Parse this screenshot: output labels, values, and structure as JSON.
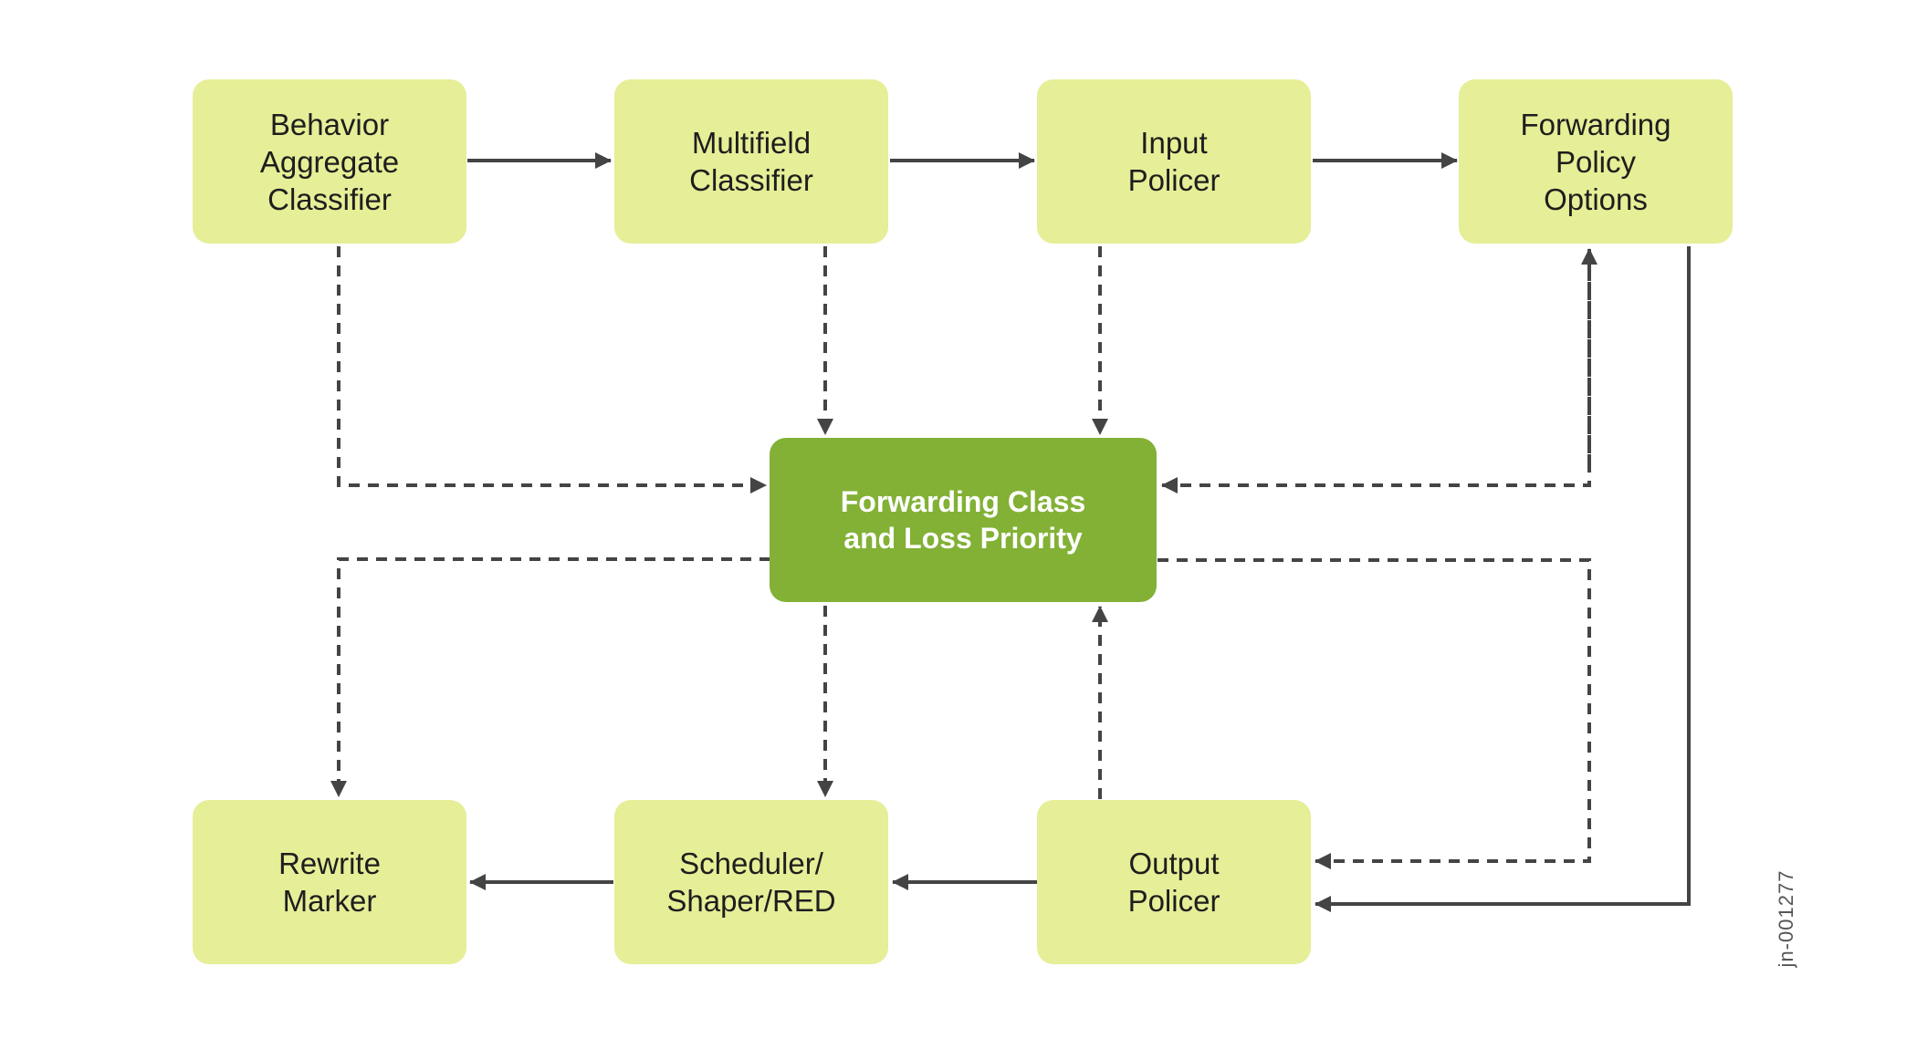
{
  "diagram": {
    "nodes": {
      "ba_classifier": {
        "label": "Behavior\nAggregate\nClassifier"
      },
      "mf_classifier": {
        "label": "Multifield\nClassifier"
      },
      "input_policer": {
        "label": "Input\nPolicer"
      },
      "fwd_policy": {
        "label": "Forwarding\nPolicy\nOptions"
      },
      "fc_lp": {
        "label": "Forwarding Class\nand Loss Priority"
      },
      "rewrite": {
        "label": "Rewrite\nMarker"
      },
      "scheduler": {
        "label": "Scheduler/\nShaper/RED"
      },
      "output_policer": {
        "label": "Output\nPolicer"
      }
    },
    "edges": [
      {
        "from": "ba_classifier",
        "to": "mf_classifier",
        "style": "solid"
      },
      {
        "from": "mf_classifier",
        "to": "input_policer",
        "style": "solid"
      },
      {
        "from": "input_policer",
        "to": "fwd_policy",
        "style": "solid"
      },
      {
        "from": "fwd_policy",
        "to": "output_policer",
        "style": "solid"
      },
      {
        "from": "output_policer",
        "to": "scheduler",
        "style": "solid"
      },
      {
        "from": "scheduler",
        "to": "rewrite",
        "style": "solid"
      },
      {
        "from": "ba_classifier",
        "to": "fc_lp",
        "style": "dashed"
      },
      {
        "from": "mf_classifier",
        "to": "fc_lp",
        "style": "dashed"
      },
      {
        "from": "input_policer",
        "to": "fc_lp",
        "style": "dashed"
      },
      {
        "from": "fwd_policy",
        "to": "fc_lp",
        "style": "dashed",
        "bidirectional": true
      },
      {
        "from": "fc_lp",
        "to": "rewrite",
        "style": "dashed"
      },
      {
        "from": "fc_lp",
        "to": "scheduler",
        "style": "dashed"
      },
      {
        "from": "fc_lp",
        "to": "output_policer",
        "style": "dashed"
      },
      {
        "from": "output_policer",
        "to": "fc_lp",
        "style": "dashed"
      }
    ],
    "colors": {
      "node_fill": "#e6ee97",
      "center_fill": "#82b136",
      "connector": "#444444"
    },
    "watermark": "jn-001277"
  }
}
